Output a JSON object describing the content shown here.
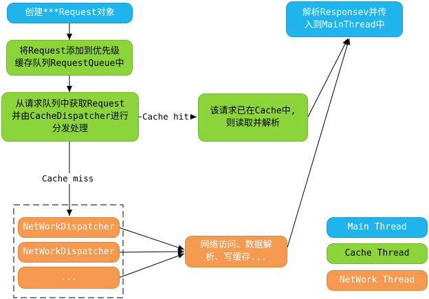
{
  "nodes": {
    "create_request": "创建***Request对象",
    "add_to_queue": "将Request添加到优先级\n缓存队列RequestQueue中",
    "fetch_request": "从请求队列中获取Request\n并由CacheDispatcher进行\n分发处理",
    "cache_hit_read": "该请求已在Cache中,\n则读取并解析",
    "parse_response": "解析Responsev并传\n入到MainThread中",
    "network_dispatcher_1": "NetWorkDispatcher",
    "network_dispatcher_2": "NetWorkDispatcher",
    "network_dispatcher_3": "...",
    "network_access": "网络访问、数据解\n析、写缓存..."
  },
  "edge_labels": {
    "cache_hit": "Cache hit",
    "cache_miss": "Cache miss"
  },
  "legend": {
    "main_thread": "Main Thread",
    "cache_thread": "Cache Thread",
    "network_thread": "NetWork Thread"
  },
  "colors": {
    "main_thread": "#1fb4ec",
    "cache_thread": "#8bd43a",
    "network_thread": "#f59a4f"
  }
}
